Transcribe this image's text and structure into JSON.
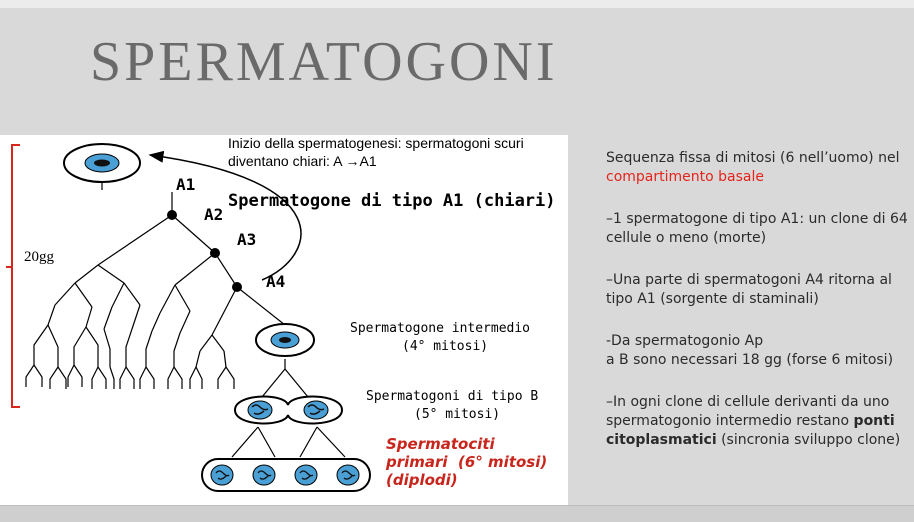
{
  "title": "SPERMATOGONI",
  "figure": {
    "caption_line1": "Inizio della spermatogenesi: spermatogoni scuri",
    "caption_line2": "diventano chiari: A →A1",
    "label_A1": "A1",
    "label_A2": "A2",
    "label_A3": "A3",
    "label_A4": "A4",
    "heading_A1": "Spermatogone di tipo A1 (chiari)",
    "days": "20gg",
    "intermedio_line1": "Spermatogone intermedio",
    "intermedio_line2": "(4° mitosi)",
    "tipoB_line1": "Spermatogoni  di tipo B",
    "tipoB_line2": "(5° mitosi)",
    "primari_line1": "Spermatociti",
    "primari_line2a": "primari",
    "primari_line2b": "(6° mitosi)",
    "primari_line3": "(diplodi)"
  },
  "right": {
    "p1_a": "Sequenza fissa di mitosi (6 nell’uomo) nel ",
    "p1_red": "compartimento basale",
    "p2": "–1 spermatogone di tipo A1: un clone di 64 cellule o meno (morte)",
    "p3": "–Una parte di spermatogoni A4 ritorna al tipo A1 (sorgente di staminali)",
    "p4_a": "-Da spermatogonio Ap",
    "p4_b": "a B sono necessari 18 gg (forse 6 mitosi)",
    "p5_a": "–In ogni clone di cellule derivanti da uno spermatogonio intermedio restano ",
    "p5_bold": "ponti citoplasmatici",
    "p5_b": " (sincronia sviluppo clone)"
  },
  "colors": {
    "accent_red": "#e4241b",
    "title_gray": "#6a6a6a",
    "cell_blue": "#4a9fd5",
    "bracket_red": "#d9261c"
  }
}
